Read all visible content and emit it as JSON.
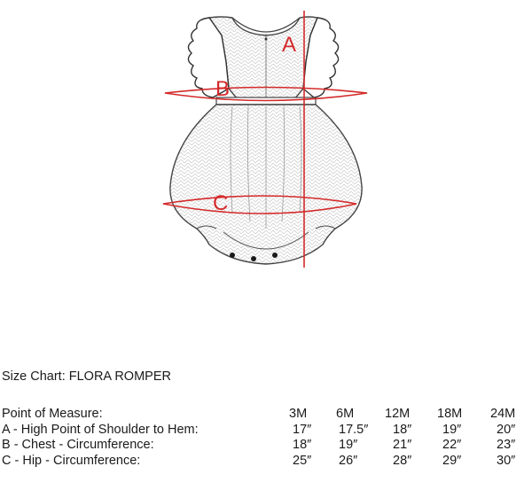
{
  "diagram": {
    "label_a": "A",
    "label_b": "B",
    "label_c": "C",
    "outline_color": "#444444",
    "measure_color": "#d42a2a"
  },
  "chart_title": "Size Chart: FLORA ROMPER",
  "table": {
    "header_label": "Point of Measure:",
    "sizes": [
      "3M",
      "6M",
      "12M",
      "18M",
      "24M"
    ],
    "rows": [
      {
        "label": "A - High Point of Shoulder to Hem:",
        "values": [
          "17″",
          "17.5″",
          "18″",
          "19″",
          "20″"
        ]
      },
      {
        "label": "B - Chest - Circumference:",
        "values": [
          "18″",
          "19″",
          "21″",
          "22″",
          "23″"
        ]
      },
      {
        "label": "C - Hip - Circumference:",
        "values": [
          "25″",
          "26″",
          "28″",
          "29″",
          "30″"
        ]
      }
    ]
  }
}
